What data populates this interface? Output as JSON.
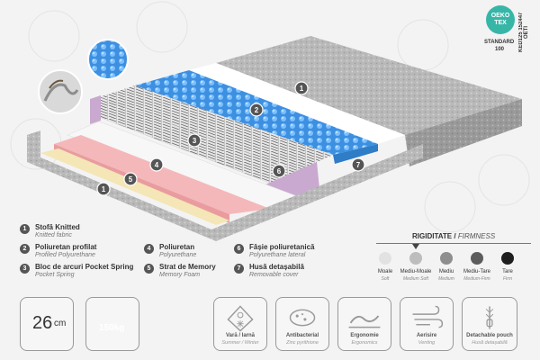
{
  "certification": {
    "brand_line1": "OEKO",
    "brand_line2": "TEX",
    "standard": "STANDARD",
    "standard_number": "100",
    "certificate": "KED125 152447 OETI"
  },
  "callouts": [
    "1",
    "2",
    "3",
    "4",
    "5",
    "6",
    "7",
    "1"
  ],
  "legend": [
    {
      "num": "1",
      "ro": "Stofă Knitted",
      "en": "Knitted fabric"
    },
    {
      "num": "2",
      "ro": "Poliuretan profilat",
      "en": "Profiled Polyurethane"
    },
    {
      "num": "3",
      "ro": "Bloc de arcuri Pocket Spring",
      "en": "Pocket Spring"
    },
    {
      "num": "4",
      "ro": "Poliuretan",
      "en": "Polyurethane"
    },
    {
      "num": "5",
      "ro": "Strat de Memory",
      "en": "Memory Foam"
    },
    {
      "num": "6",
      "ro": "Fâșie poliuretanică",
      "en": "Polyurethane  lateral"
    },
    {
      "num": "7",
      "ro": "Husă detașabilă",
      "en": "Removable cover"
    }
  ],
  "firmness": {
    "title": "RIGIDITATE",
    "title_en": "FIRMNESS",
    "selected_index": 1,
    "levels": [
      {
        "ro": "Moale",
        "en": "Soft",
        "color": "#e2e2e2"
      },
      {
        "ro": "Mediu-Moale",
        "en": "Medium Soft",
        "color": "#bdbdbd"
      },
      {
        "ro": "Mediu",
        "en": "Medium",
        "color": "#8e8e8e"
      },
      {
        "ro": "Mediu-Tare",
        "en": "Medium-Firm",
        "color": "#5c5c5c"
      },
      {
        "ro": "Tare",
        "en": "Firm",
        "color": "#1e1e1e"
      }
    ]
  },
  "specs": {
    "height_value": "26",
    "height_unit": "cm",
    "weight_label": "150kg"
  },
  "features": [
    {
      "ro": "Vară / Iarnă",
      "en": "Summer / Winter",
      "icon": "sun-snowflake-icon"
    },
    {
      "ro": "Antibacterial",
      "en": "Zinc pyrithione",
      "icon": "bacteria-icon"
    },
    {
      "ro": "Ergonomie",
      "en": "Ergonomics",
      "icon": "ergonomics-icon"
    },
    {
      "ro": "Aerisire",
      "en": "Venting",
      "icon": "air-swirl-icon"
    },
    {
      "ro": "Detachable pouch",
      "en": "Husă detașabilă",
      "icon": "zipper-icon"
    }
  ]
}
